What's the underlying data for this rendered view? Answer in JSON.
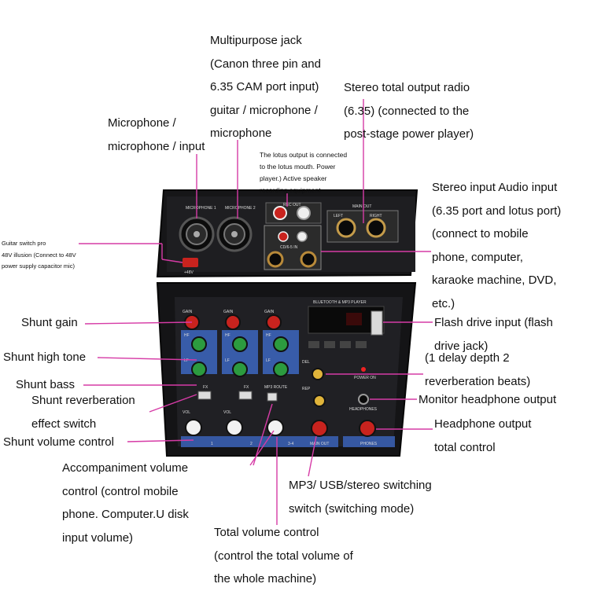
{
  "labels": {
    "multipurpose": "Multipurpose jack\n(Canon three pin and\n6.35 CAM port input)\nguitar / microphone /\nmicrophone",
    "stereo_output": "Stereo total output radio\n(6.35) (connected to the\npost-stage power player)",
    "microphone": "Microphone /\nmicrophone / input",
    "lotus_output": "The lotus output is connected\nto the lotus mouth. Power\nplayer.) Active speaker\nrecording equipment",
    "stereo_input": "Stereo input Audio input\n(6.35 port and lotus port)\n(connect to mobile\nphone, computer,\nkaraoke machine, DVD,\netc.)",
    "guitar_switch": "Guitar switch pro\n48V illusion (Connect to 48V\npower supply capacitor mic)",
    "shunt_gain": "Shunt gain",
    "flash_drive": "Flash drive input (flash\ndrive jack)",
    "shunt_high": "Shunt high tone",
    "delay_depth": "(1 delay depth 2\nreverberation beats)",
    "shunt_bass": "Shunt bass",
    "shunt_reverb": "Shunt reverberation\neffect switch",
    "monitor_headphone": "Monitor headphone output",
    "shunt_volume": "Shunt volume control",
    "headphone_output": "Headphone output\ntotal control",
    "accompaniment": "Accompaniment volume\ncontrol (control mobile\nphone. Computer.U disk\ninput volume)",
    "mp3_switch": "MP3/ USB/stereo switching\nswitch (switching mode)",
    "total_volume": "Total volume control\n(control the total volume of\nthe whole machine)"
  },
  "device": {
    "mic1_label": "MICROPHONE 1",
    "mic2_label": "MICROPHONE 2",
    "rec_out": "REC OUT",
    "main_out": "MAIN OUT",
    "left": "LEFT",
    "right": "RIGHT",
    "cd_label": "CD/6-5 IN",
    "phantom": "+48V",
    "bt_title": "BLUETOOTH & MP3 PLAYER",
    "gain": "GAIN",
    "hf": "HF",
    "lf": "LF",
    "fx": "FX",
    "vol": "VOL",
    "mp3_route": "MP3 ROUTE",
    "del": "DEL",
    "rep": "REP",
    "power_on": "POWER ON",
    "headphones": "HEADPHONES",
    "main_out_bottom": "MAIN OUT",
    "phones": "PHONES",
    "channels": [
      "1",
      "2",
      "3-4"
    ]
  },
  "colors": {
    "label_line": "#d63ba6",
    "panel": "#1b1b1d",
    "knob_green": "#2c9b3f",
    "knob_red": "#c8231e",
    "strip_blue": "#3b63b8"
  }
}
